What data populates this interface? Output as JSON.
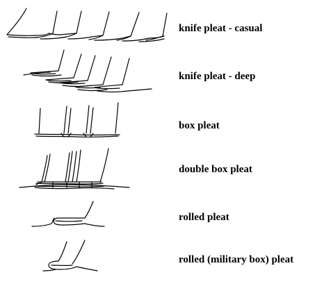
{
  "pleats": [
    {
      "label": "knife pleat - casual",
      "icon": "knife-pleat-casual-sketch"
    },
    {
      "label": "knife pleat - deep",
      "icon": "knife-pleat-deep-sketch"
    },
    {
      "label": "box pleat",
      "icon": "box-pleat-sketch"
    },
    {
      "label": "double box pleat",
      "icon": "double-box-pleat-sketch"
    },
    {
      "label": "rolled pleat",
      "icon": "rolled-pleat-sketch"
    },
    {
      "label": "rolled (military box) pleat",
      "icon": "rolled-military-box-pleat-sketch"
    }
  ],
  "colors": {
    "ink": "#000000",
    "background": "#ffffff"
  }
}
